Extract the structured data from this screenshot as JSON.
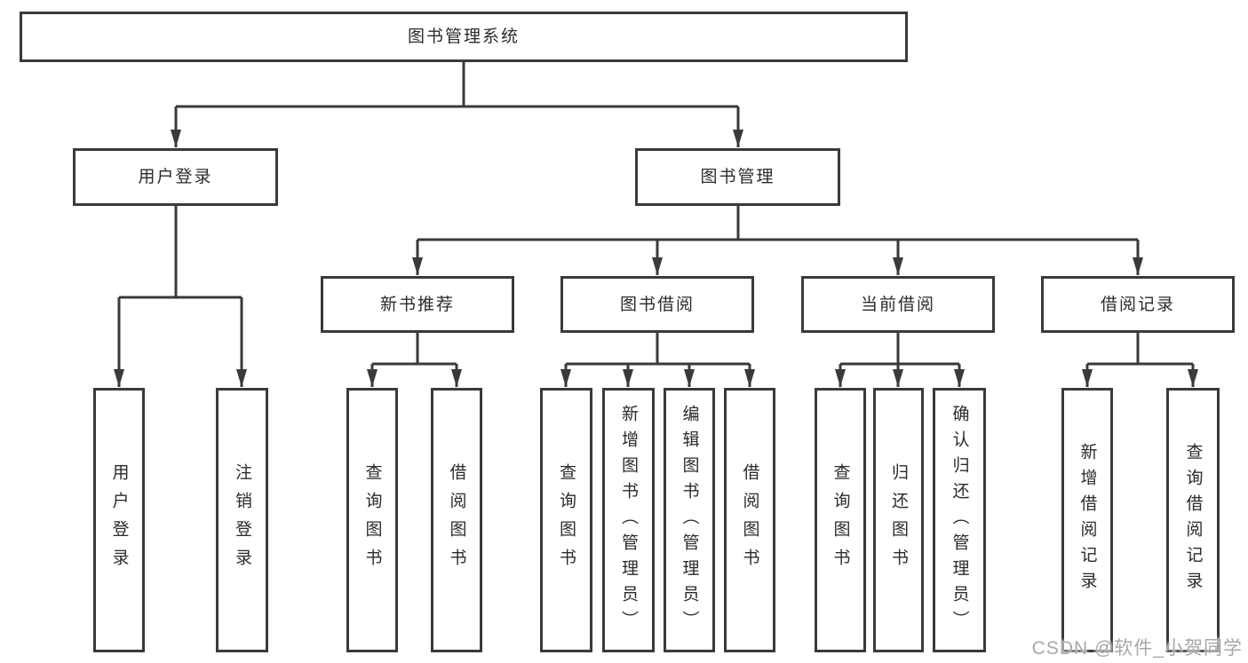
{
  "diagram": {
    "colors": {
      "line": "#3a3a3a",
      "box_border": "#3a3a3a",
      "text": "#2b2b2b",
      "watermark": "#a8a8a8",
      "bg": "#ffffff"
    },
    "root": {
      "label": "图书管理系统"
    },
    "branches": [
      {
        "label": "用户登录",
        "children": [
          {
            "label": "用户登录"
          },
          {
            "label": "注销登录"
          }
        ]
      },
      {
        "label": "图书管理",
        "sections": [
          {
            "label": "新书推荐",
            "children": [
              {
                "label": "查询图书"
              },
              {
                "label": "借阅图书"
              }
            ]
          },
          {
            "label": "图书借阅",
            "children": [
              {
                "label": "查询图书"
              },
              {
                "label": "新增图书（管理员）"
              },
              {
                "label": "编辑图书（管理员）"
              },
              {
                "label": "借阅图书"
              }
            ]
          },
          {
            "label": "当前借阅",
            "children": [
              {
                "label": "查询图书"
              },
              {
                "label": "归还图书"
              },
              {
                "label": "确认归还（管理员）"
              }
            ]
          },
          {
            "label": "借阅记录",
            "children": [
              {
                "label": "新增借阅记录"
              },
              {
                "label": "查询借阅记录"
              }
            ]
          }
        ]
      }
    ],
    "watermark": "CSDN @软件_小贺同学"
  }
}
